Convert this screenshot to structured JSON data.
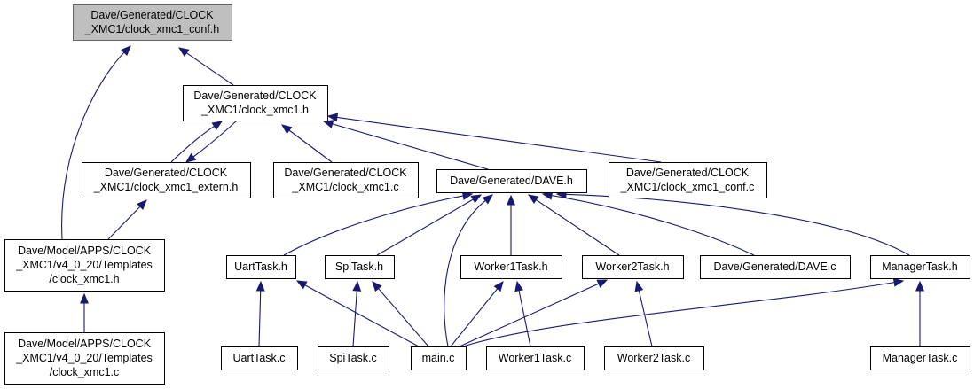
{
  "diagram": {
    "nodes": [
      {
        "id": "clock_xmc1_conf_h",
        "lines": [
          "Dave/Generated/CLOCK",
          "_XMC1/clock_xmc1_conf.h"
        ],
        "root": true
      },
      {
        "id": "clock_xmc1_h",
        "lines": [
          "Dave/Generated/CLOCK",
          "_XMC1/clock_xmc1.h"
        ]
      },
      {
        "id": "clock_xmc1_extern_h",
        "lines": [
          "Dave/Generated/CLOCK",
          "_XMC1/clock_xmc1_extern.h"
        ]
      },
      {
        "id": "clock_xmc1_c",
        "lines": [
          "Dave/Generated/CLOCK",
          "_XMC1/clock_xmc1.c"
        ]
      },
      {
        "id": "dave_h",
        "lines": [
          "Dave/Generated/DAVE.h"
        ]
      },
      {
        "id": "clock_xmc1_conf_c",
        "lines": [
          "Dave/Generated/CLOCK",
          "_XMC1/clock_xmc1_conf.c"
        ]
      },
      {
        "id": "templates_clock_xmc1_h",
        "lines": [
          "Dave/Model/APPS/CLOCK",
          "_XMC1/v4_0_20/Templates",
          "/clock_xmc1.h"
        ]
      },
      {
        "id": "templates_clock_xmc1_c",
        "lines": [
          "Dave/Model/APPS/CLOCK",
          "_XMC1/v4_0_20/Templates",
          "/clock_xmc1.c"
        ]
      },
      {
        "id": "uarttask_h",
        "lines": [
          "UartTask.h"
        ]
      },
      {
        "id": "spitask_h",
        "lines": [
          "SpiTask.h"
        ]
      },
      {
        "id": "worker1task_h",
        "lines": [
          "Worker1Task.h"
        ]
      },
      {
        "id": "worker2task_h",
        "lines": [
          "Worker2Task.h"
        ]
      },
      {
        "id": "dave_c",
        "lines": [
          "Dave/Generated/DAVE.c"
        ]
      },
      {
        "id": "managertask_h",
        "lines": [
          "ManagerTask.h"
        ]
      },
      {
        "id": "uarttask_c",
        "lines": [
          "UartTask.c"
        ]
      },
      {
        "id": "spitask_c",
        "lines": [
          "SpiTask.c"
        ]
      },
      {
        "id": "main_c",
        "lines": [
          "main.c"
        ]
      },
      {
        "id": "worker1task_c",
        "lines": [
          "Worker1Task.c"
        ]
      },
      {
        "id": "worker2task_c",
        "lines": [
          "Worker2Task.c"
        ]
      },
      {
        "id": "managertask_c",
        "lines": [
          "ManagerTask.c"
        ]
      }
    ],
    "edges": [
      {
        "from": "clock_xmc1_h",
        "to": "clock_xmc1_conf_h"
      },
      {
        "from": "templates_clock_xmc1_h",
        "to": "clock_xmc1_conf_h"
      },
      {
        "from": "clock_xmc1_extern_h",
        "to": "clock_xmc1_h"
      },
      {
        "from": "clock_xmc1_h",
        "to": "clock_xmc1_extern_h"
      },
      {
        "from": "clock_xmc1_c",
        "to": "clock_xmc1_h"
      },
      {
        "from": "dave_h",
        "to": "clock_xmc1_h"
      },
      {
        "from": "clock_xmc1_conf_c",
        "to": "clock_xmc1_h"
      },
      {
        "from": "templates_clock_xmc1_h",
        "to": "clock_xmc1_extern_h"
      },
      {
        "from": "templates_clock_xmc1_c",
        "to": "templates_clock_xmc1_h"
      },
      {
        "from": "uarttask_h",
        "to": "dave_h"
      },
      {
        "from": "spitask_h",
        "to": "dave_h"
      },
      {
        "from": "main_c",
        "to": "dave_h"
      },
      {
        "from": "worker1task_h",
        "to": "dave_h"
      },
      {
        "from": "worker2task_h",
        "to": "dave_h"
      },
      {
        "from": "dave_c",
        "to": "dave_h"
      },
      {
        "from": "managertask_h",
        "to": "dave_h"
      },
      {
        "from": "uarttask_c",
        "to": "uarttask_h"
      },
      {
        "from": "main_c",
        "to": "uarttask_h"
      },
      {
        "from": "spitask_c",
        "to": "spitask_h"
      },
      {
        "from": "main_c",
        "to": "spitask_h"
      },
      {
        "from": "main_c",
        "to": "worker1task_h"
      },
      {
        "from": "worker1task_c",
        "to": "worker1task_h"
      },
      {
        "from": "main_c",
        "to": "worker2task_h"
      },
      {
        "from": "worker2task_c",
        "to": "worker2task_h"
      },
      {
        "from": "main_c",
        "to": "managertask_h"
      },
      {
        "from": "managertask_c",
        "to": "managertask_h"
      }
    ]
  },
  "colors": {
    "edge": "#191970",
    "root_fill": "#bfbfbf",
    "node_fill": "#ffffff"
  }
}
